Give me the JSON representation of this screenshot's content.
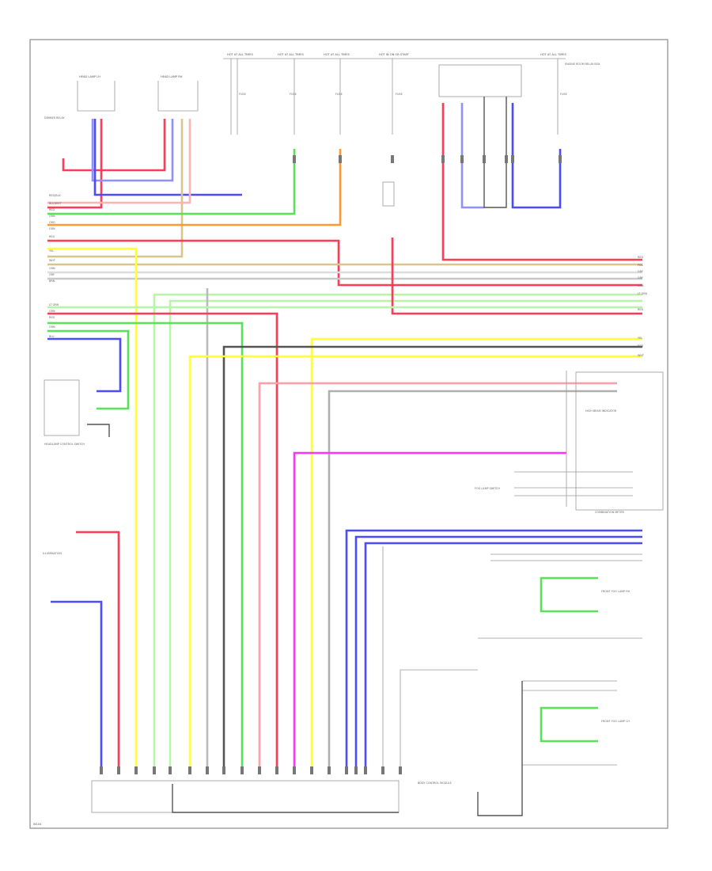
{
  "diagram": {
    "corner_code": "W104",
    "top_fuses": [
      "HOT AT ALL TIMES",
      "HOT AT ALL TIMES",
      "HOT AT ALL TIMES",
      "HOT IN ON OR START",
      "HOT AT ALL TIMES"
    ],
    "components": {
      "headlamp_lh": "HEAD LAMP LH",
      "headlamp_rh": "HEAD LAMP RH",
      "relay_box": "ENGINE ROOM RELAY BOX",
      "light_sensor": "DIMMER RELAY",
      "combination_meter": "COMBINATION METER",
      "headlamp_switch": "HEADLAMP CONTROL SWITCH",
      "body_ecu": "BODY CONTROL MODULE",
      "front_fog_rh": "FRONT FOG LAMP RH",
      "front_fog_lh": "FRONT FOG LAMP LH",
      "hi_beam_indicator": "HIGH BEAM INDICATOR",
      "fog_switch": "FOG LAMP SWITCH",
      "illumination": "ILLUMINATION"
    },
    "wire_labels": {
      "left_top": [
        "RED/BLK",
        "BLU/WHT",
        "RED",
        "GRN",
        "ORG",
        "GRN",
        "RED",
        "YEL",
        "WHT",
        "GRN",
        "GRY",
        "BRN"
      ],
      "left_mid": [
        "LT GRN",
        "GRN",
        "RED",
        "GRN",
        "BLU"
      ],
      "right_side": [
        "RED",
        "PNK",
        "GRY",
        "GRY",
        "GRN",
        "LT GRN",
        "RED",
        "YEL",
        "RED",
        "WHT"
      ]
    },
    "colors": {
      "red": "#ff3b55",
      "blue": "#4b4bff",
      "green": "#58e258",
      "orange": "#ff9a2e",
      "yellow": "#ffff33",
      "pink": "#ff9da8",
      "tan": "#d9c48e",
      "light_green": "#b7f5a8",
      "gray": "#9a9a9a",
      "dark_gray": "#555555",
      "magenta": "#ff33ff",
      "light_blue": "#9090ff",
      "pale": "#d0d0d0"
    }
  }
}
